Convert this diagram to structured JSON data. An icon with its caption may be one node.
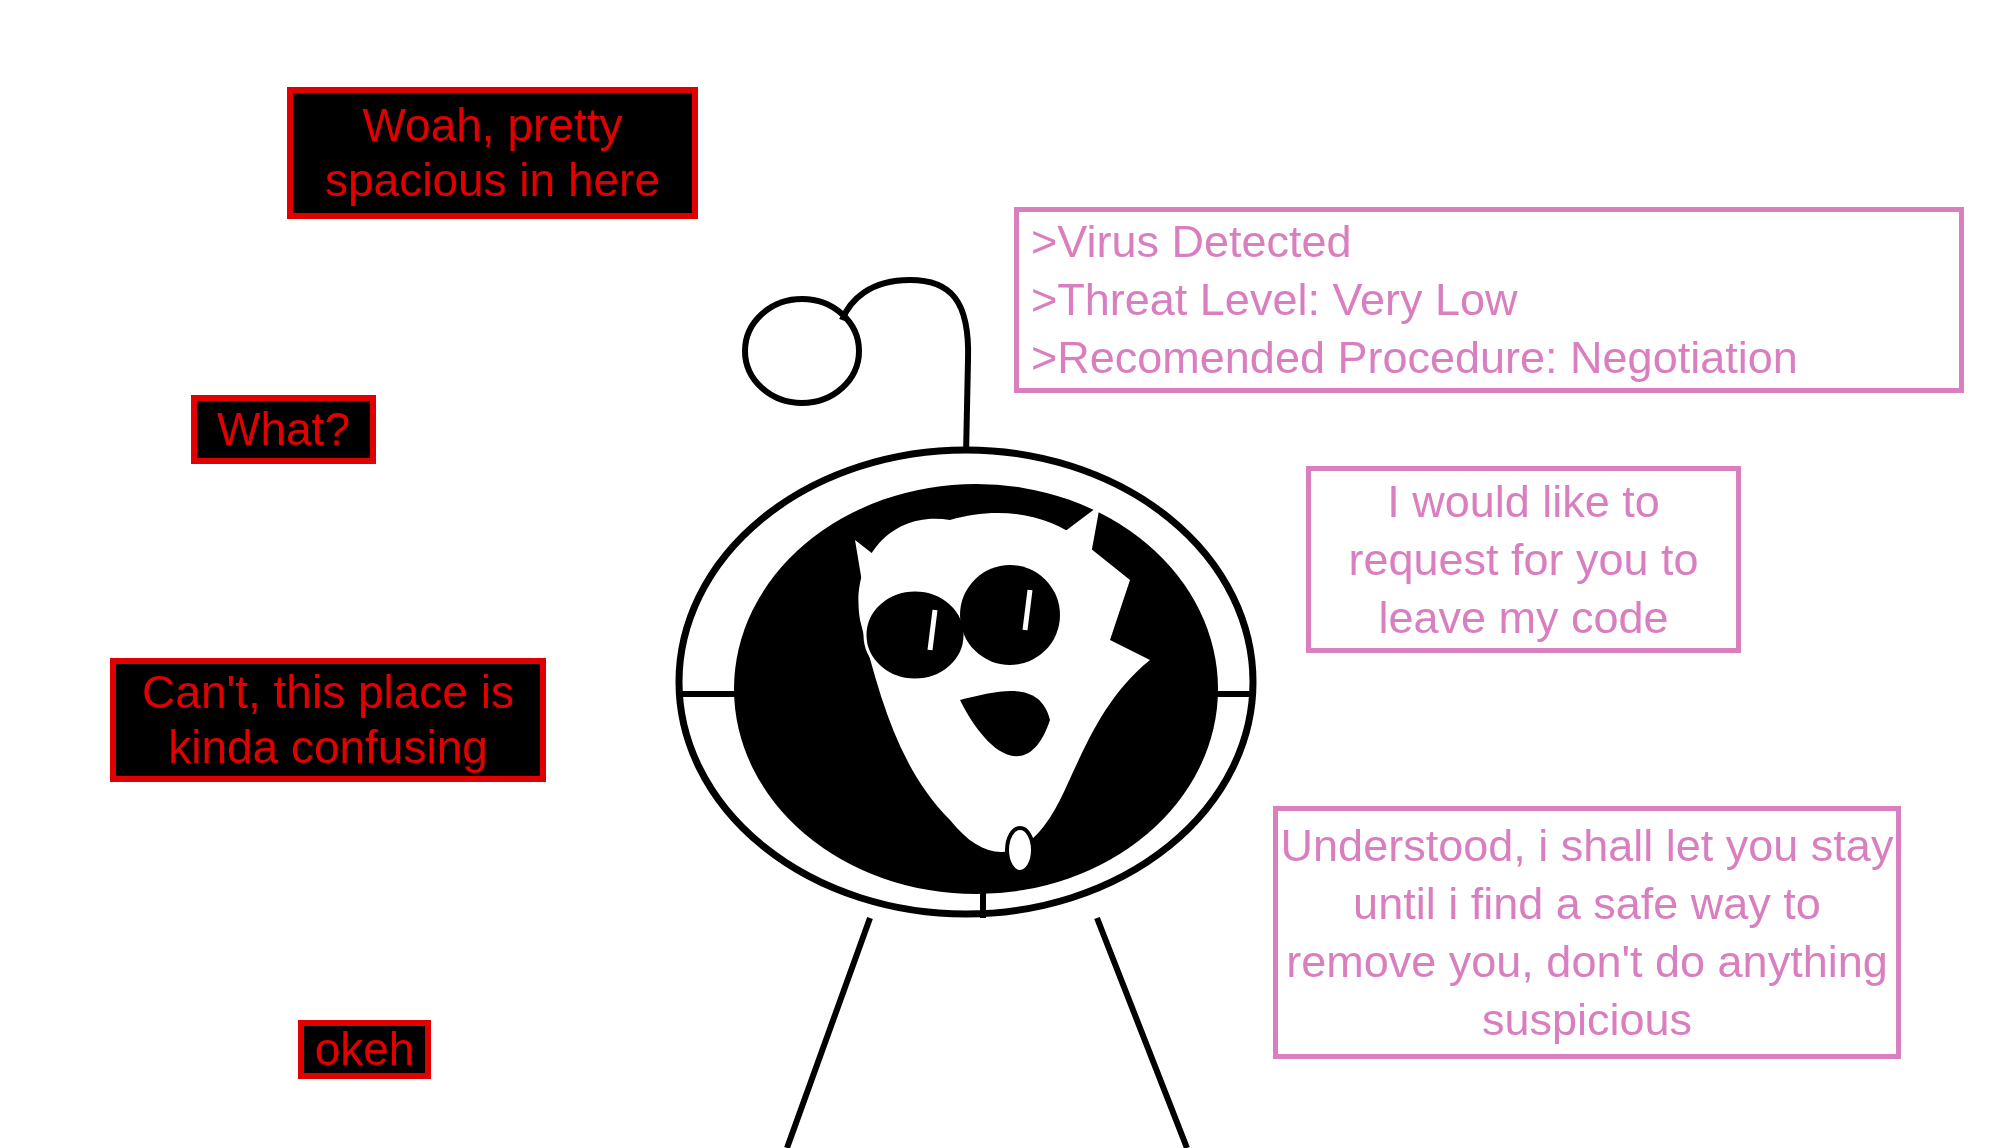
{
  "diagram": {
    "nodes": [
      {
        "text": [
          "Woah, pretty spacious in here"
        ]
      },
      {
        "text": [
          "What?"
        ]
      },
      {
        "text": [
          "Can't, this place is kinda confusing"
        ]
      },
      {
        "text": [
          "okeh"
        ]
      },
      {
        "text": [
          ">Virus Detected",
          ">Threat Level: Very Low",
          ">Recomended Procedure: Negotiation"
        ]
      },
      {
        "text": [
          "I would like to request for you to leave my code"
        ]
      },
      {
        "text": [
          "Understood, i shall let you stay until i find a safe way to remove you, don't do anything suspicious"
        ]
      }
    ]
  }
}
